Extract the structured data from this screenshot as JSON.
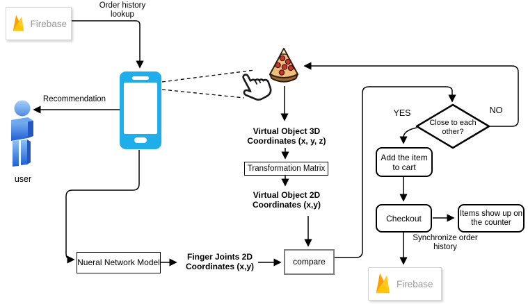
{
  "colors": {
    "accent_cyan": "#1FAEE9",
    "user_blue_light": "#8FC3F4",
    "user_blue_dark": "#1E5FD6",
    "firebase_yellow": "#FFCA28",
    "firebase_amber": "#FFA000",
    "firebase_orange": "#F57C00",
    "pizza_body": "#F0BE7C",
    "pizza_crust": "#9C6430",
    "pepperoni": "#C0392B",
    "line": "#000000",
    "muted_text": "#9a9a9a"
  },
  "nodes": {
    "firebase_top": {
      "label": "Firebase"
    },
    "firebase_bottom": {
      "label": "Firebase"
    },
    "transformation_matrix country": {
      "label": ""
    },
    "transformation_matrix": {
      "label": "Transformation Matrix"
    },
    "nueral_network_model": {
      "label": "Nueral Network Model"
    },
    "compare": {
      "label": "compare"
    },
    "decision": {
      "label": "Close to each other?"
    },
    "add_to_cart": {
      "label": "Add the item to cart"
    },
    "checkout": {
      "label": "Checkout"
    },
    "items_counter": {
      "label": "Items show up on the counter"
    },
    "user": {
      "label": "user"
    }
  },
  "labels": {
    "order_history": "Order history lookup",
    "recommendation": "Recommendation",
    "virtual_3d": "Virtual Object 3D Coordinates (x, y, z)",
    "virtual_2d": "Virtual Object 2D Coordinates (x,y)",
    "finger_joints": "Finger Joints 2D Coordinates (x,y)",
    "yes": "YES",
    "no": "NO",
    "synchronize": "Synchronize order history"
  }
}
